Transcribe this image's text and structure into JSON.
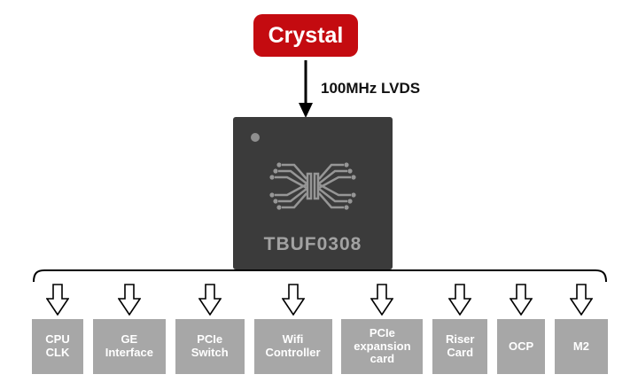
{
  "diagram": {
    "source": {
      "label": "Crystal"
    },
    "clock_signal": {
      "label": "100MHz LVDS"
    },
    "chip": {
      "label": "TBUF0308"
    },
    "targets": [
      {
        "label": "CPU\nCLK"
      },
      {
        "label": "GE\nInterface"
      },
      {
        "label": "PCIe\nSwitch"
      },
      {
        "label": "Wifi\nController"
      },
      {
        "label": "PCIe\nexpansion\ncard"
      },
      {
        "label": "Riser\nCard"
      },
      {
        "label": "OCP"
      },
      {
        "label": "M2"
      }
    ],
    "colors": {
      "source_bg": "#c40b10",
      "source_text": "#ffffff",
      "chip_bg": "#3b3b3b",
      "chip_text": "#a2a2a2",
      "target_bg": "#a7a7a7",
      "target_text": "#ffffff",
      "arrow_outline": "#000000"
    }
  }
}
